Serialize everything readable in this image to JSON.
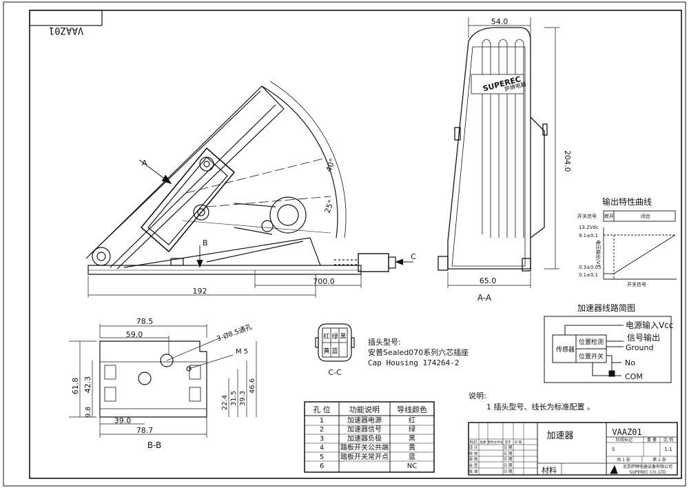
{
  "corner_stamp": "VAAZ01",
  "side_dims": {
    "d192": "192",
    "d700": "700.0"
  },
  "angles": {
    "a40": "40°",
    "a25": "25°"
  },
  "section_markers": {
    "a": "A",
    "b": "B",
    "c": "C"
  },
  "front_view": {
    "brand": "SUPEREC",
    "brand_cn": "萨牌电器",
    "width": "54.0",
    "base": "65.0",
    "height": "204.0",
    "label": "A-A"
  },
  "curve": {
    "title": "输出特性曲线",
    "switch_label": "开关信号",
    "open_label": "断开",
    "close_label": "闭合",
    "y_top": "13.2Vdc",
    "y_hi": "9.1±0.1",
    "y_lo1": "0.3±0.05",
    "y_lo2": "0.1±0.1",
    "y_axis": "电压输出(V)",
    "x_axis": "开关信号"
  },
  "circuit": {
    "title": "加速器线路简图",
    "sensor": "传感器",
    "pos_detect": "位置检测",
    "pos_switch": "位置开关",
    "vcc": "电源输入Vcc",
    "signal": "信号输出",
    "ground": "Ground",
    "no": "No",
    "com": "COM"
  },
  "bb_view": {
    "d785": "78.5",
    "d590": "59.0",
    "hole": "3-Ø8.5通孔",
    "m5": "M 5",
    "d618": "61.8",
    "d423": "42.3",
    "d98": "9.8",
    "d390": "39.0",
    "d787": "78.7",
    "d224": "22.4",
    "d315": "31.5",
    "d393": "39.3",
    "d466": "46.6",
    "label": "B-B"
  },
  "connector": {
    "label": "C-C",
    "cells": [
      "红",
      "绿",
      "黑",
      "黄",
      "蓝",
      ""
    ],
    "plug_title": "插头型号:",
    "plug_model": "安普Sealed070系列六芯插座",
    "plug_housing": "Cap Housing 174264-2"
  },
  "pin_table": {
    "headers": [
      "孔 位",
      "功能说明",
      "导线颜色"
    ],
    "rows": [
      [
        "1",
        "加速器电源",
        "红"
      ],
      [
        "2",
        "加速器信号",
        "绿"
      ],
      [
        "3",
        "加速器负极",
        "黑"
      ],
      [
        "4",
        "踏板开关公共端",
        "黄"
      ],
      [
        "5",
        "踏板开关常开点",
        "蓝"
      ],
      [
        "6",
        "",
        "NC"
      ]
    ]
  },
  "notes": {
    "title": "说明:",
    "line1": "1 插头型号、线长为标准配置 。"
  },
  "title_block": {
    "part_name": "加速器",
    "drawing_no": "VAAZ01",
    "material": "材料",
    "company_cn": "北京萨牌电器设备有限公司",
    "company_en": "SUPEREC CO.,LTD",
    "scale": "1:1",
    "rows": [
      "标记",
      "设 计",
      "校 核",
      "审 核",
      "会 签",
      "批 准"
    ],
    "cols": [
      "处数",
      "更改文件号",
      "签字",
      "日 期"
    ],
    "date_label": "日 期",
    "stage": "阶段标记",
    "weight": "重 量",
    "ratio": "比 例",
    "sheet": "共  1  张",
    "sheet2": "第  1  张",
    "stage_s": "S"
  }
}
